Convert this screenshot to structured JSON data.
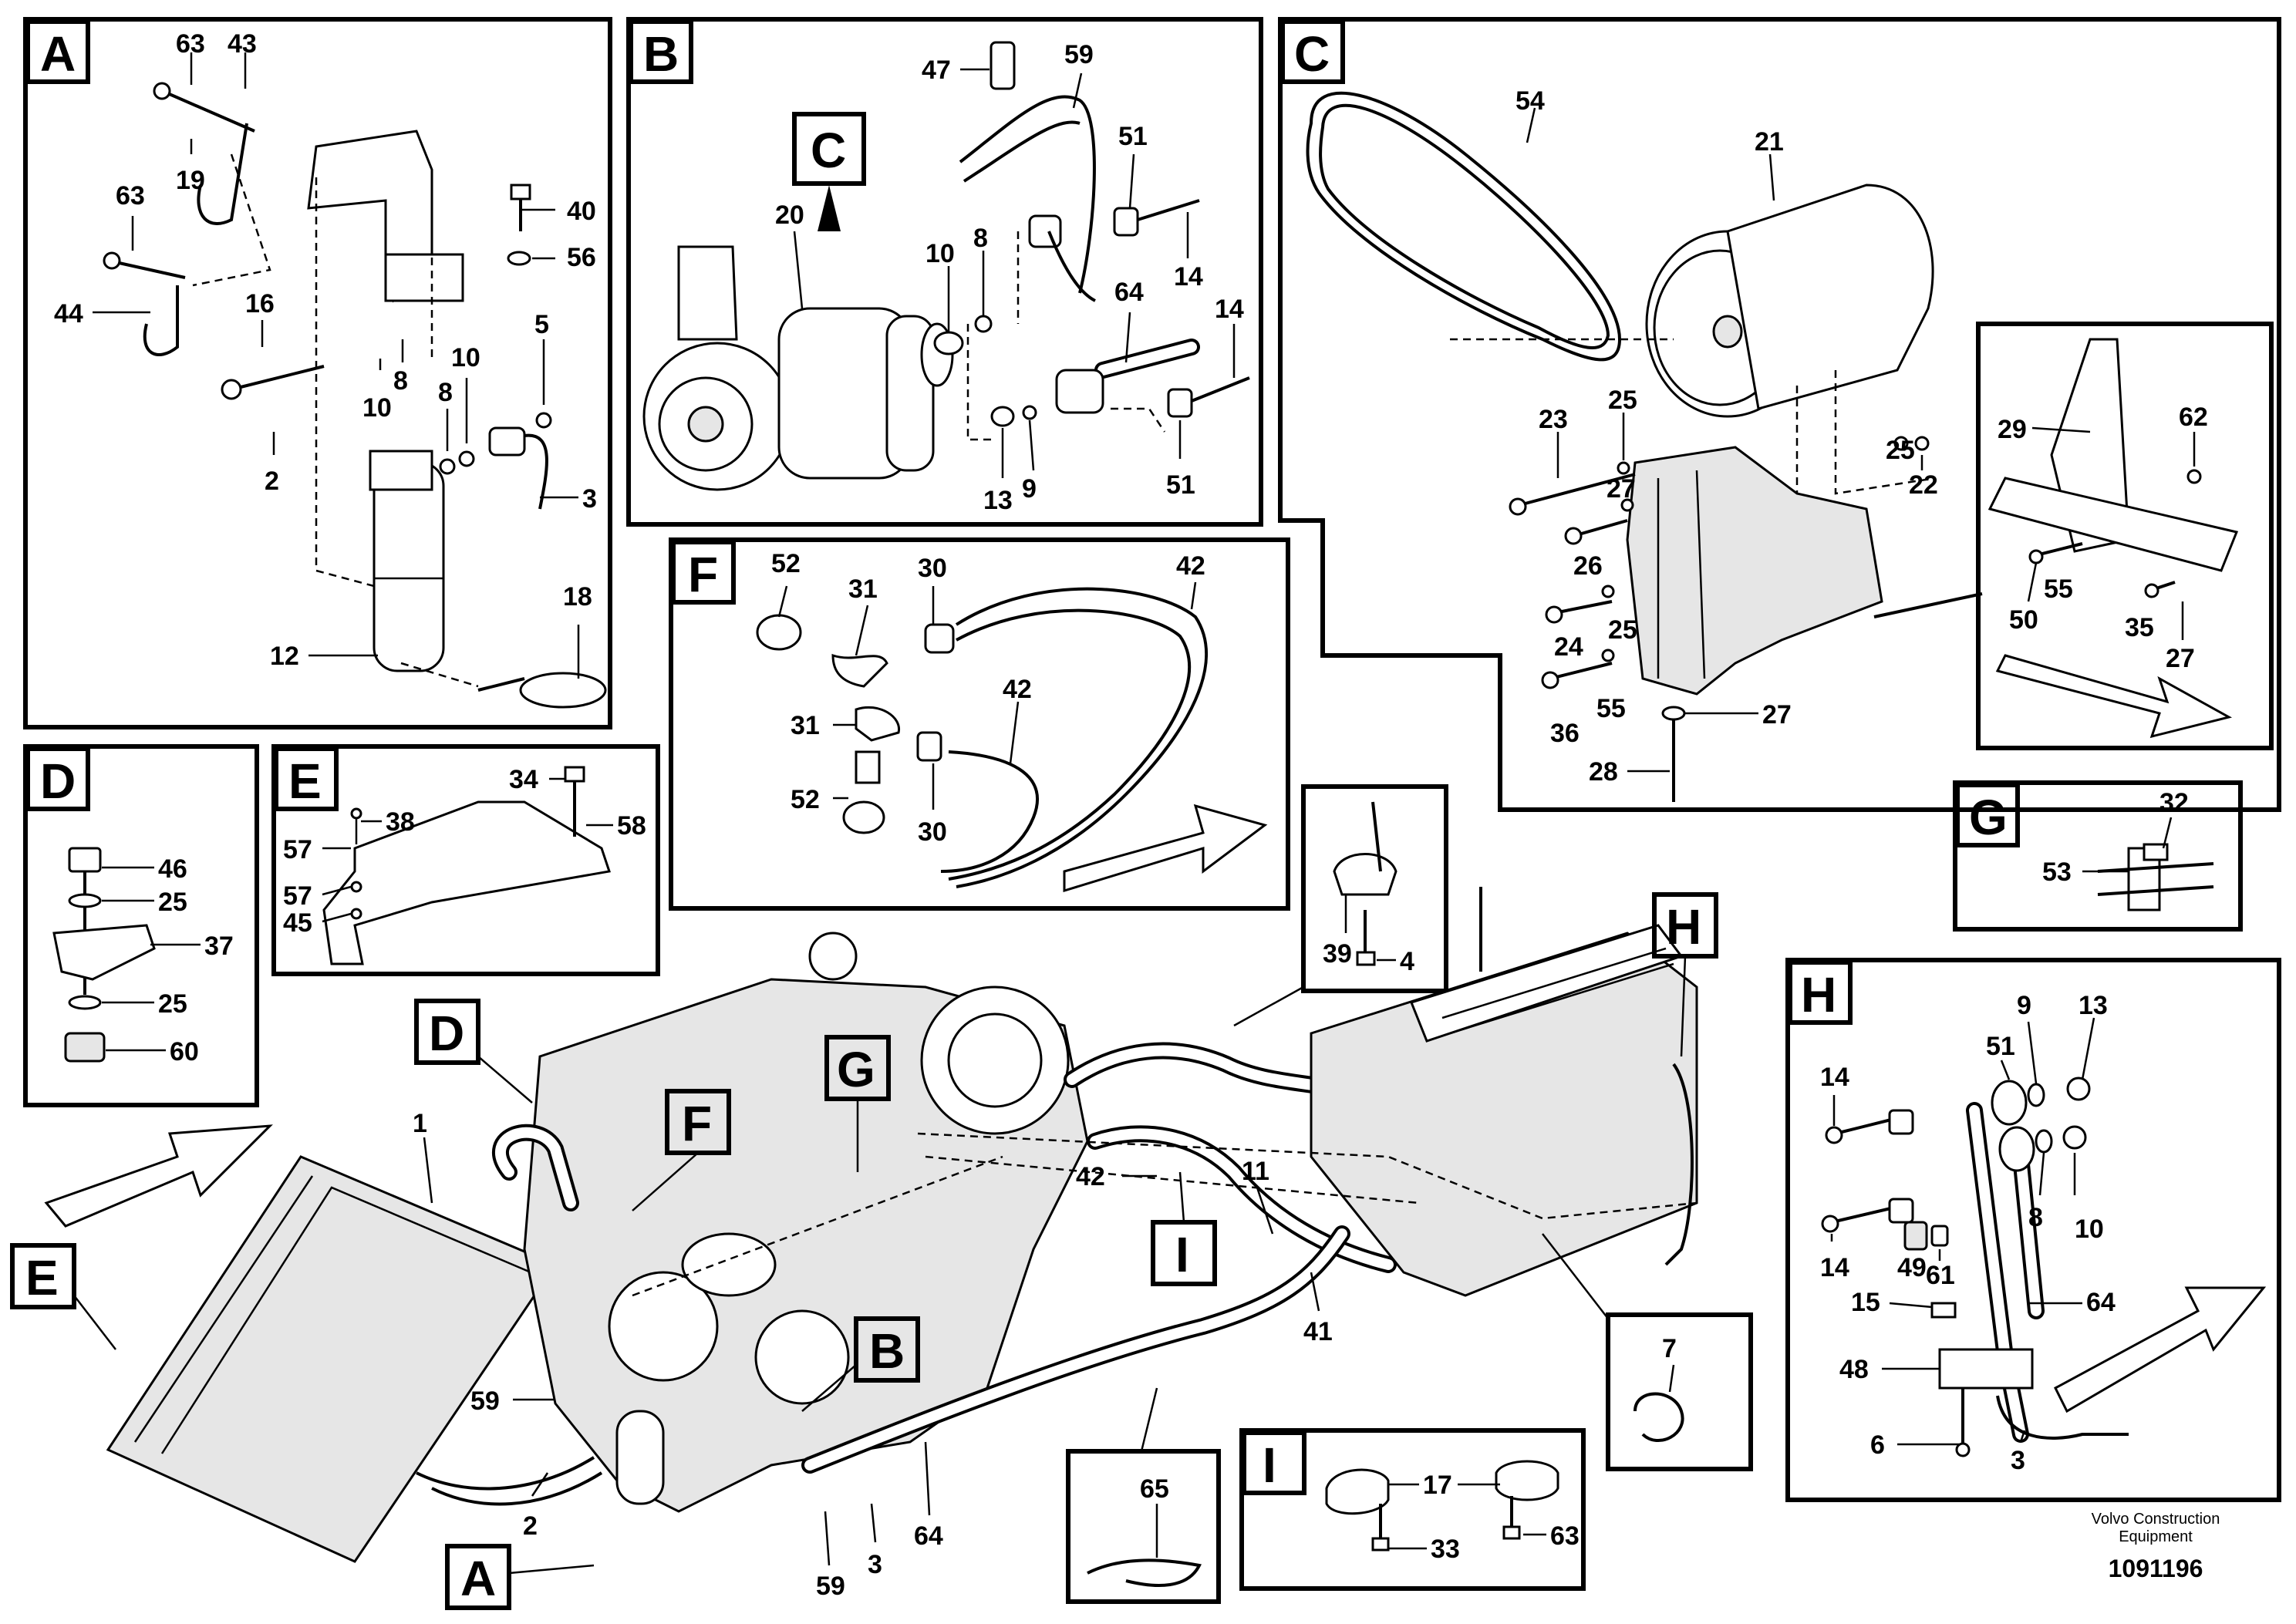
{
  "footer": {
    "brand_line1": "Volvo Construction",
    "brand_line2": "Equipment",
    "doc_id": "1091196"
  },
  "block_labels": {
    "A": "A",
    "B": "B",
    "C": "C",
    "D": "D",
    "E": "E",
    "F": "F",
    "G": "G",
    "H": "H",
    "I": "I"
  },
  "callouts_main": {
    "A": "A",
    "B": "B",
    "D": "D",
    "E": "E",
    "F": "F",
    "G": "G",
    "H": "H",
    "I": "I",
    "C_inset": "C"
  },
  "part_numbers": {
    "A": [
      "63",
      "43",
      "19",
      "63",
      "40",
      "56",
      "44",
      "16",
      "8",
      "10",
      "8",
      "10",
      "5",
      "2",
      "3",
      "18",
      "12"
    ],
    "B": [
      "47",
      "59",
      "51",
      "20",
      "8",
      "10",
      "14",
      "64",
      "14",
      "13",
      "9",
      "51"
    ],
    "C": [
      "54",
      "21",
      "23",
      "25",
      "27",
      "26",
      "25",
      "22",
      "24",
      "25",
      "36",
      "55",
      "27",
      "28",
      "29",
      "62",
      "50",
      "55",
      "35",
      "27"
    ],
    "D": [
      "46",
      "25",
      "37",
      "25",
      "60"
    ],
    "E": [
      "34",
      "38",
      "58",
      "57",
      "57",
      "45"
    ],
    "F": [
      "52",
      "31",
      "30",
      "42",
      "31",
      "42",
      "52",
      "30"
    ],
    "G": [
      "32",
      "53"
    ],
    "H": [
      "13",
      "9",
      "51",
      "14",
      "8",
      "10",
      "14",
      "49",
      "61",
      "15",
      "64",
      "48",
      "6",
      "3"
    ],
    "I": [
      "17",
      "63",
      "33"
    ],
    "main": [
      "1",
      "39",
      "4",
      "42",
      "11",
      "41",
      "59",
      "2",
      "64",
      "59",
      "3",
      "65",
      "7"
    ]
  }
}
